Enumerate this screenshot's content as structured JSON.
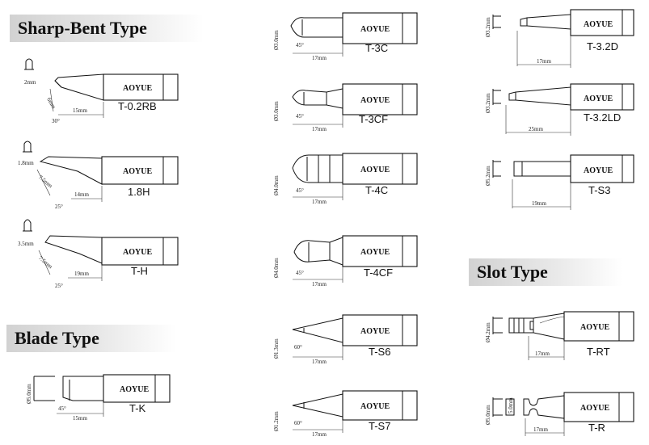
{
  "sections": {
    "sharp_bent": "Sharp-Bent Type",
    "blade": "Blade Type",
    "slot": "Slot Type"
  },
  "brand": "AOYUE",
  "tips": {
    "t02rb": {
      "model": "T-0.2RB",
      "dims": [
        "2mm",
        "6mm",
        "15mm",
        "30°"
      ]
    },
    "h18": {
      "model": "1.8H",
      "dims": [
        "1.8mm",
        "7.5mm",
        "14mm",
        "25°"
      ]
    },
    "th": {
      "model": "T-H",
      "dims": [
        "3.5mm",
        "7.5mm",
        "19mm",
        "25°"
      ]
    },
    "tk": {
      "model": "T-K",
      "dims": [
        "Ø5.0mm",
        "45°",
        "15mm"
      ]
    },
    "t3c": {
      "model": "T-3C",
      "dims": [
        "Ø3.0mm",
        "45°",
        "17mm"
      ]
    },
    "t3cf": {
      "model": "T-3CF",
      "dims": [
        "Ø3.0mm",
        "45°",
        "17mm"
      ]
    },
    "t4c": {
      "model": "T-4C",
      "dims": [
        "Ø4.0mm",
        "45°",
        "17mm"
      ]
    },
    "t4cf": {
      "model": "T-4CF",
      "dims": [
        "Ø4.0mm",
        "45°",
        "17mm"
      ]
    },
    "ts6": {
      "model": "T-S6",
      "dims": [
        "Ø1.3mm",
        "60°",
        "17mm"
      ]
    },
    "ts7": {
      "model": "T-S7",
      "dims": [
        "Ø1.2mm",
        "60°",
        "17mm"
      ]
    },
    "t32d": {
      "model": "T-3.2D",
      "dims": [
        "Ø3.2mm",
        "17mm"
      ]
    },
    "t32ld": {
      "model": "T-3.2LD",
      "dims": [
        "Ø3.2mm",
        "25mm"
      ]
    },
    "ts3": {
      "model": "T-S3",
      "dims": [
        "Ø5.2mm",
        "19mm"
      ]
    },
    "trt": {
      "model": "T-RT",
      "dims": [
        "Ø4.2mm",
        "17mm"
      ]
    },
    "tr": {
      "model": "T-R",
      "dims": [
        "Ø5.0mm",
        "5.0mm",
        "17mm"
      ]
    }
  }
}
